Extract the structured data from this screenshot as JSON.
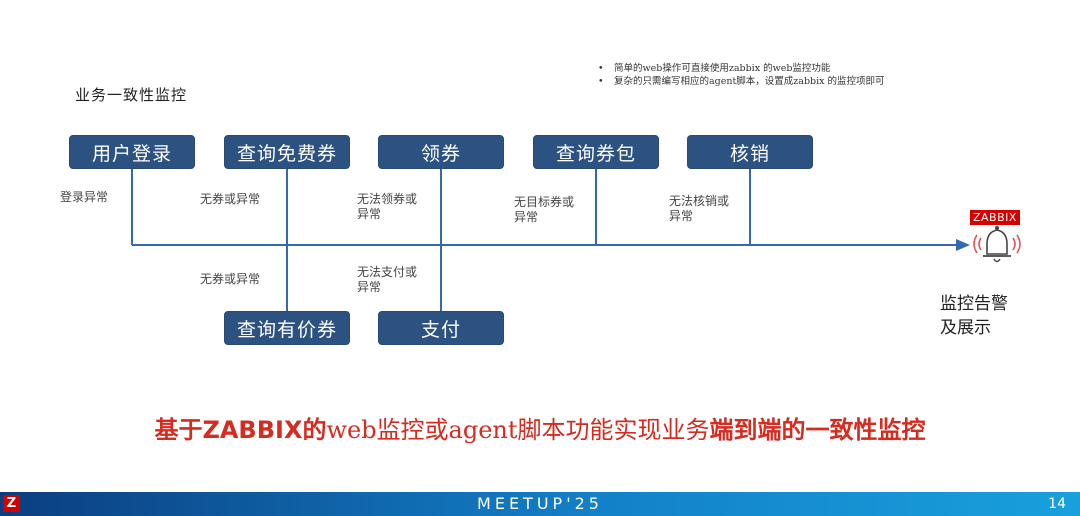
{
  "section_title": "业务一致性监控",
  "notes": [
    "简单的web操作可直接使用zabbix 的web监控功能",
    "复杂的只需编写相应的agent脚本，设置成zabbix 的监控项即可"
  ],
  "nodes": {
    "user_login": "用户登录",
    "query_free_coupon": "查询免费券",
    "claim_coupon": "领券",
    "query_coupon_pack": "查询券包",
    "verify": "核销",
    "query_paid_coupon": "查询有价券",
    "pay": "支付"
  },
  "labels": {
    "login_error": "登录异常",
    "no_coupon_top": "无券或异常",
    "claim_fail_1": "无法领券或",
    "claim_fail_2": "异常",
    "no_target_1": "无目标券或",
    "no_target_2": "异常",
    "verify_fail_1": "无法核销或",
    "verify_fail_2": "异常",
    "no_coupon_bottom": "无券或异常",
    "pay_fail_1": "无法支付或",
    "pay_fail_2": "异常"
  },
  "alarm": {
    "badge": "ZABBIX",
    "line1": "监控告警",
    "line2": "及展示",
    "icon": "alarm-bell-icon"
  },
  "slogan": {
    "part1": "基于ZABBIX的",
    "part2": "web监控或agent脚本功能实现业务",
    "part3": "端到端的一致性监控"
  },
  "footer": {
    "logo": "Z",
    "title": "MEETUP'25",
    "page": "14"
  },
  "colors": {
    "node_fill": "#2c5282",
    "line": "#3468b0",
    "slogan": "#d42c20",
    "brand_red": "#d40000"
  }
}
